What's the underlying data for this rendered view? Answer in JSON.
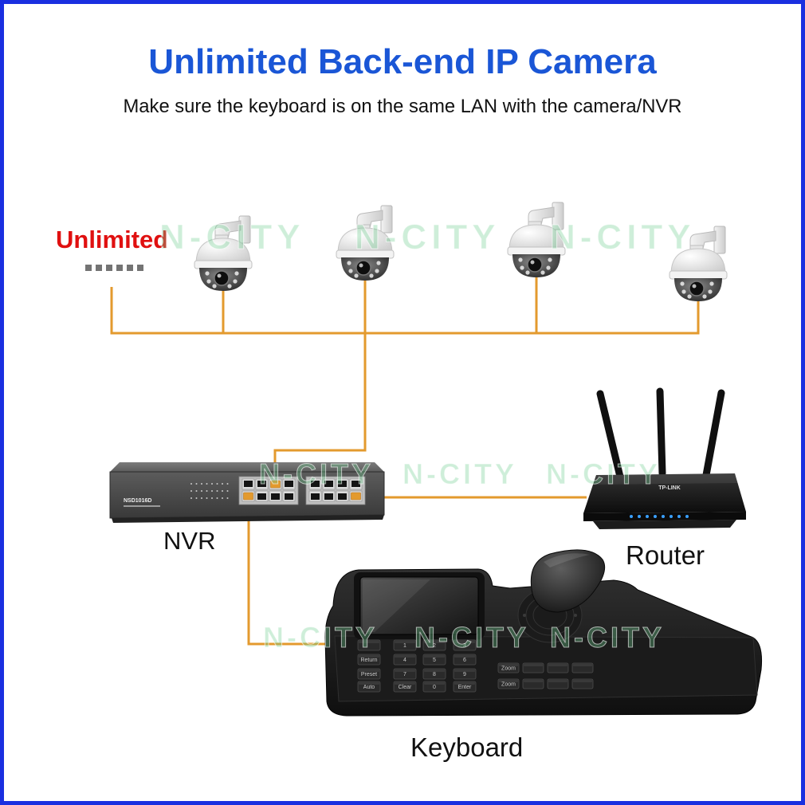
{
  "title": "Unlimited Back-end IP Camera",
  "subtitle": "Make sure the keyboard is on the same LAN with the camera/NVR",
  "unlimited_label": "Unlimited",
  "devices": {
    "nvr": "NVR",
    "router": "Router",
    "keyboard": "Keyboard"
  },
  "nvr_model": "NSD1016D",
  "router_brand": "TP-LINK",
  "watermark": "N-CITY",
  "keyboard_keys": {
    "left_column": [
      "",
      "Return",
      "Preset",
      "Auto"
    ],
    "digit_rows": [
      [
        "1",
        "2",
        "3"
      ],
      [
        "4",
        "5",
        "6"
      ],
      [
        "7",
        "8",
        "9"
      ],
      [
        "Clear",
        "0",
        "Enter"
      ]
    ],
    "right_cluster": [
      [
        "Zoom",
        "",
        "",
        ""
      ],
      [
        "Zoom",
        "",
        "",
        ""
      ]
    ]
  },
  "icons": [
    "ptz-camera-icon",
    "nvr-switch-icon",
    "router-icon",
    "ptz-keyboard-icon"
  ],
  "colors": {
    "title": "#1a56d6",
    "unlimited": "#e01010",
    "cable": "#e39a2e",
    "border": "#1a2fe0",
    "router_led": "#3aa0ff"
  }
}
